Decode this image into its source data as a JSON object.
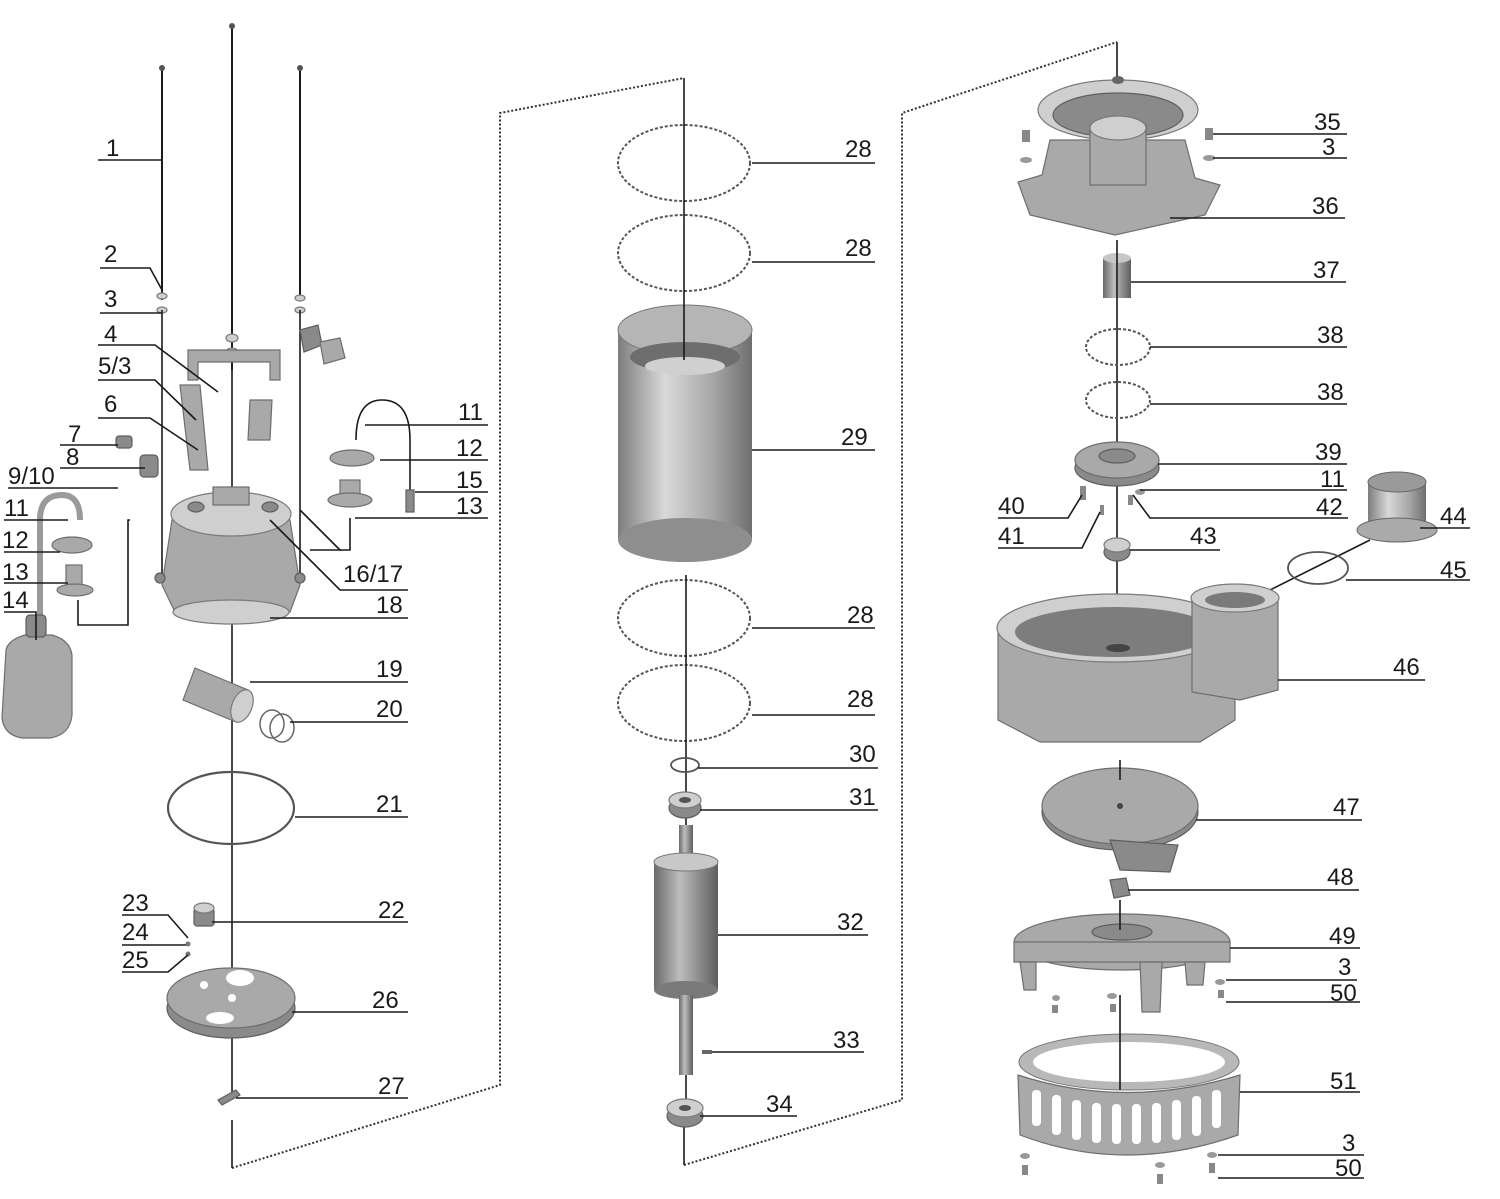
{
  "callouts": [
    "1",
    "2",
    "3",
    "4",
    "5/3",
    "6",
    "7",
    "8",
    "9/10",
    "11",
    "12",
    "13",
    "14",
    "11",
    "12",
    "15",
    "13",
    "16/17",
    "18",
    "19",
    "20",
    "21",
    "22",
    "23",
    "24",
    "25",
    "26",
    "27",
    "28",
    "28",
    "29",
    "28",
    "28",
    "30",
    "31",
    "32",
    "33",
    "34",
    "35",
    "3",
    "36",
    "37",
    "38",
    "38",
    "39",
    "11",
    "40",
    "42",
    "41",
    "43",
    "44",
    "45",
    "46",
    "47",
    "48",
    "49",
    "3",
    "50",
    "51",
    "3",
    "50"
  ]
}
